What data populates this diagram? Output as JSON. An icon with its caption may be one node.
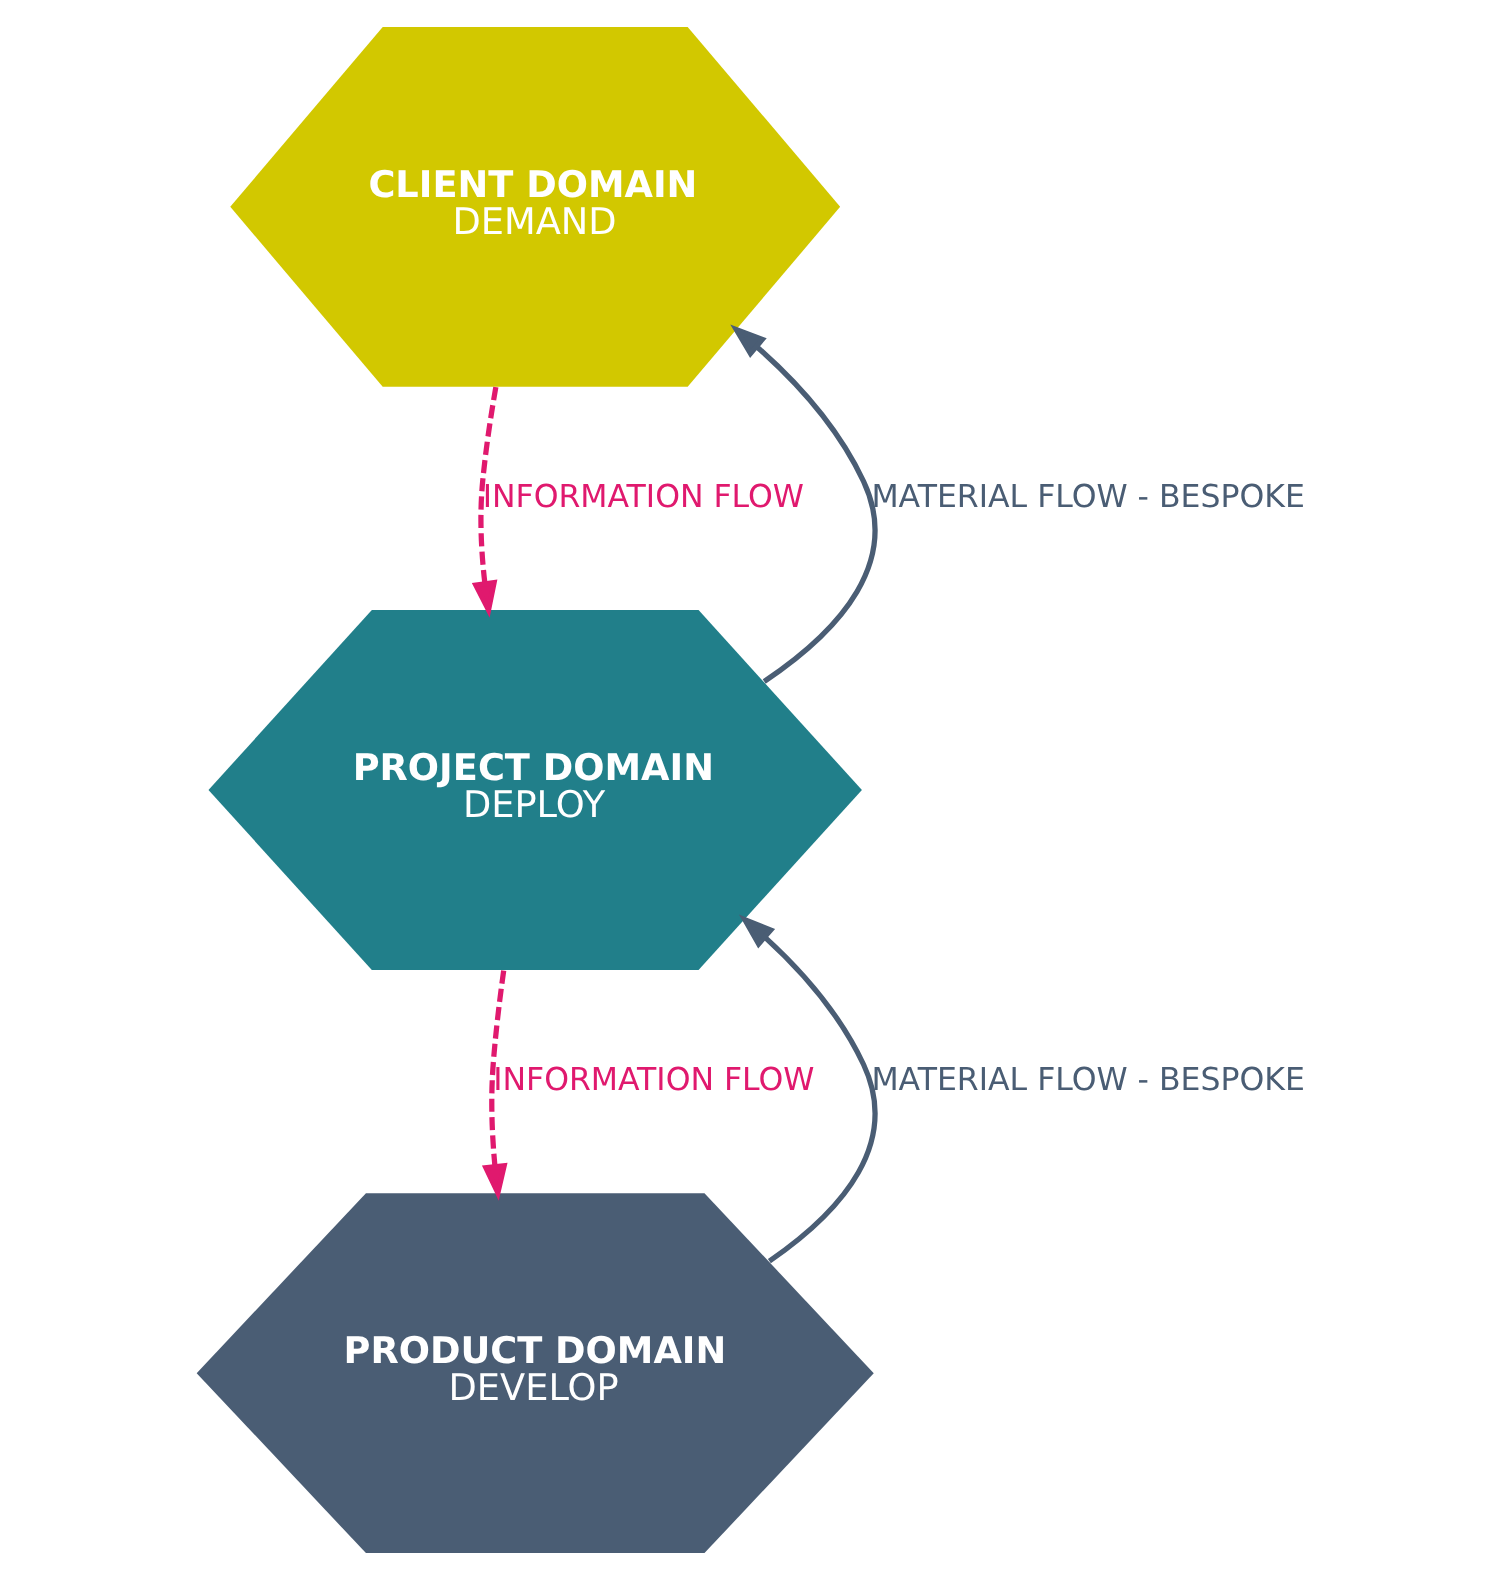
{
  "diagram": {
    "nodes": [
      {
        "text": [
          "CLIENT DOMAIN",
          "DEMAND"
        ]
      },
      {
        "text": [
          "PROJECT DOMAIN",
          "DEPLOY"
        ]
      },
      {
        "text": [
          "PRODUCT DOMAIN",
          "DEVELOP"
        ]
      }
    ],
    "edges": [
      {
        "from": 1,
        "to": 0,
        "arrow": "to",
        "label": "MATERIAL FLOW - BESPOKE"
      },
      {
        "from": 0,
        "to": 1,
        "arrow": "to",
        "label": "INFORMATION FLOW",
        "style": "dashed",
        "color": "#e0196e"
      },
      {
        "from": 1,
        "to": 2,
        "arrow": "to",
        "label": "INFORMATION FLOW",
        "style": "dashed",
        "color": "#e0196e"
      },
      {
        "from": 2,
        "to": 1,
        "arrow": "to",
        "label": "MATERIAL FLOW - BESPOKE"
      }
    ]
  }
}
